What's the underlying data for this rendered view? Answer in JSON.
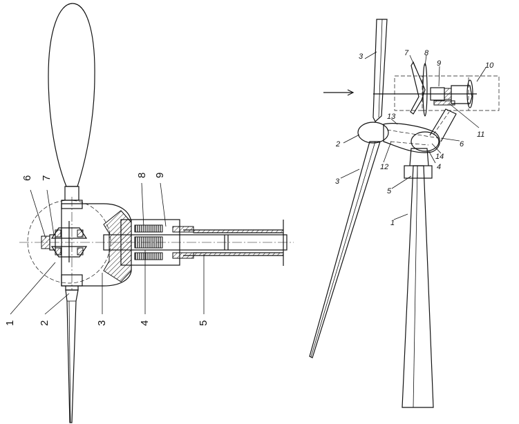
{
  "left_drawing": {
    "labels": {
      "l1": "1",
      "l2": "2",
      "l3": "3",
      "l4": "4",
      "l5": "5",
      "l6": "6",
      "l7": "7",
      "l8": "8",
      "l9": "9"
    }
  },
  "right_drawing": {
    "labels": {
      "r1": "1",
      "r2": "2",
      "r3a": "3",
      "r3b": "3",
      "r4": "4",
      "r5": "5",
      "r6": "6",
      "r7": "7",
      "r8": "8",
      "r9": "9",
      "r10": "10",
      "r11": "11",
      "r12": "12",
      "r13": "13",
      "r14": "14"
    }
  }
}
